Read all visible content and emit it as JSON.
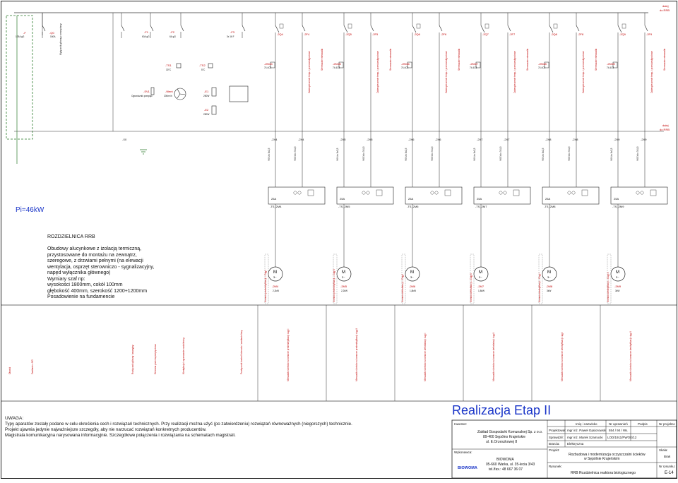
{
  "power": "Pi=46kW",
  "continues": [
    "dalej",
    "do RRB"
  ],
  "main_switch": {
    "ref": "-Q0",
    "rating": "160A",
    "note": "Wyłącznik główny z zewnętrzny"
  },
  "fuses": [
    {
      "ref": "-F1",
      "rating": "60A gG"
    },
    {
      "ref": "-F2",
      "rating": "6A gG"
    },
    {
      "ref": "-F3",
      "rating": "3x 16 F"
    }
  ],
  "thermo": [
    {
      "ref": "-TS1",
      "value": "30°C"
    },
    {
      "ref": "-TS2",
      "value": "5°C"
    }
  ],
  "misc": [
    {
      "ref": "-SV1",
      "note": "Ogranicznik przepięć"
    },
    {
      "ref": "-Went",
      "note": "200m³/h"
    },
    {
      "ref": "-E1",
      "note": "250W"
    },
    {
      "ref": "-E2",
      "note": "250W"
    }
  ],
  "terminal_main": "-X0",
  "circuits": [
    {
      "q": "-2Q4",
      "f": "-2F4",
      "x": "-2X4",
      "k": "-2KM4",
      "t": "-TS_2M4",
      "m": "-2M4",
      "p": "2,2kW",
      "room": "Komora predenitryfikacji – Ciąg I",
      "bottom": "Mieszadło ścieków w komorze predenitryfikacji ciąg I"
    },
    {
      "q": "-2Q5",
      "f": "-2F5",
      "x": "-2X5",
      "k": "-2KM5",
      "t": "-TS_2M5",
      "m": "-2M5",
      "p": "2,2kW",
      "room": "Komora predenitryfikacji – Ciąg II",
      "bottom": "Mieszadło ścieków w komorze predenitryfikacji ciąg II"
    },
    {
      "q": "-2Q6",
      "f": "-2F6",
      "x": "-2X6",
      "k": "-2KM6",
      "t": "-TS_2M6",
      "m": "-2M6",
      "p": "1,8kW",
      "room": "Komora defosfatacji – Ciąg I",
      "bottom": "Mieszadło ścieków w komorze defosfatacji ciąg I"
    },
    {
      "q": "-2Q7",
      "f": "-2F7",
      "x": "-2X7",
      "k": "-2KM7",
      "t": "-TS_2M7",
      "m": "-2M7",
      "p": "1,8kW",
      "room": "Komora defosfatacji – Ciąg II",
      "bottom": "Mieszadło ścieków w komorze defosfatacji ciąg II"
    },
    {
      "q": "-2Q8",
      "f": "-2F8",
      "x": "-2X8",
      "k": "-2KM8",
      "t": "-TS_2M8",
      "m": "-2M8",
      "p": "3kW",
      "room": "Komora denitryfikacji – Ciąg I",
      "bottom": "Mieszadło ścieków w komorze denitryfikacji ciąg I"
    },
    {
      "q": "-2Q9",
      "f": "-2F9",
      "x": "-2X9",
      "k": "-2KM9",
      "t": "-TS_2M9",
      "m": "-2M9",
      "p": "3kW",
      "room": "Komora denitryfikacji – Ciąg II",
      "bottom": "Mieszadło ścieków w komorze denitryfikacji ciąg II"
    }
  ],
  "vertical_labels": {
    "protect": "Zabezpieczenie temp. i przeciwwilgociowe",
    "mixer": "Sterowanie mieszadła"
  },
  "contactor_rating": "25A",
  "legend_row": [
    "Obwód",
    "Zasilanie z RG",
    "Rozłącznik główny / awaryjny",
    "Ochrona przeciwprzepięciowa",
    "Wentylacja i ogrzewanie rozdzielnicy",
    "Przełącznik kontroli kierunku / zasilanie fazy"
  ],
  "description": {
    "title": "ROZDZIELNICA RRB",
    "lines": [
      "Obudowy alucynkowe z izolacją termiczną,",
      "przystosowane do montażu na zewnątrz,",
      "szeregowe, z drzwiami pełnymi (na elewacji",
      "wentylacja, osprzęt sterowniczo - sygnalizacyjny,",
      "napęd wyłącznika głównego)",
      "Wymiary szaf np:",
      "wysokości 1800mm, cokół 100mm",
      "głębokość 400mm, szerokość 1200+1200mm",
      "Posadowienie na fundamencie"
    ]
  },
  "notes": {
    "title": "UWAGA:",
    "lines": [
      "Typy aparatów zostały podane w celu określenia cech i rozwiązań technicznych. Przy realizacji można użyć (po zatwierdzeniu) rozwiązań równoważnych (niegorszych) technicznie.",
      "Projekt ujawnia jedynie najważniejsze szczegóły, aby nie narzucać rozwiązań konkretnych producentów.",
      "Magistrala komunikacyjna narysowana informacyjnie. Szczegółowe połączenia i rozwiązania na schematach magistrali."
    ]
  },
  "stage": "Realizacja Etap II",
  "title_block": {
    "investor_label": "Inwestor:",
    "investor": [
      "Zakład Gospodarki Komunalnej Sp. z o.o.",
      "89-400 Sępólno Krajeńskie",
      "ul. E.Orzeszkowej 8"
    ],
    "contractor_label": "Wykonawca:",
    "contractor": [
      "BIOWOMA",
      "05-660 Warka, ul. 35-lecia 3/43",
      "tel./fax.: 48 667 36 07"
    ],
    "logo": "BIOWOMA",
    "col_name": "Imię i nazwisko",
    "col_perm": "Nr uprawnień",
    "col_sign": "Podpis",
    "col_sheet": "Nr projektu:",
    "designer_label": "Projektował:",
    "designer": "mgr inż. Paweł Gąsiorowski",
    "designer_perm": "554 / 94 / WŁ",
    "checker_label": "Sprawdził:",
    "checker": "mgr inż. Marek Szamocki",
    "checker_perm": "LOD/1911/PWOE/12",
    "branch_label": "Branża:",
    "branch": "Elektryczna",
    "project_label": "Projekt:",
    "project": [
      "Rozbudowa i modernizacja oczyszczalni ścieków",
      "w Sępólnie Krajeńskim"
    ],
    "drawing_label": "Rysunek:",
    "drawing": "RRB Rozdzielnica reaktora biologicznego",
    "scale_label": "Skala:",
    "scale": "Brak",
    "dwg_no_label": "Nr rysunku:",
    "dwg_no": "E-14"
  },
  "colors": {
    "line": "#1a1a1a",
    "accent": "#c00000",
    "ground": "#2a7a2a",
    "blue": "#1a35c8"
  }
}
